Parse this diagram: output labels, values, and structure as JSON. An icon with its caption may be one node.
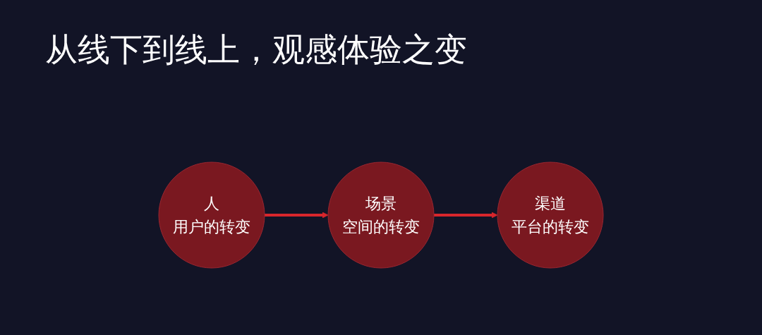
{
  "diagram": {
    "title": "从线下到线上，观感体验之变",
    "nodes": [
      {
        "text": [
          "人",
          "用户的转变"
        ]
      },
      {
        "text": [
          "场景",
          "空间的转变"
        ]
      },
      {
        "text": [
          "渠道",
          "平台的转变"
        ]
      }
    ],
    "edges": [
      {
        "from": 0,
        "to": 1,
        "arrow": "to"
      },
      {
        "from": 1,
        "to": 2,
        "arrow": "to"
      }
    ]
  }
}
